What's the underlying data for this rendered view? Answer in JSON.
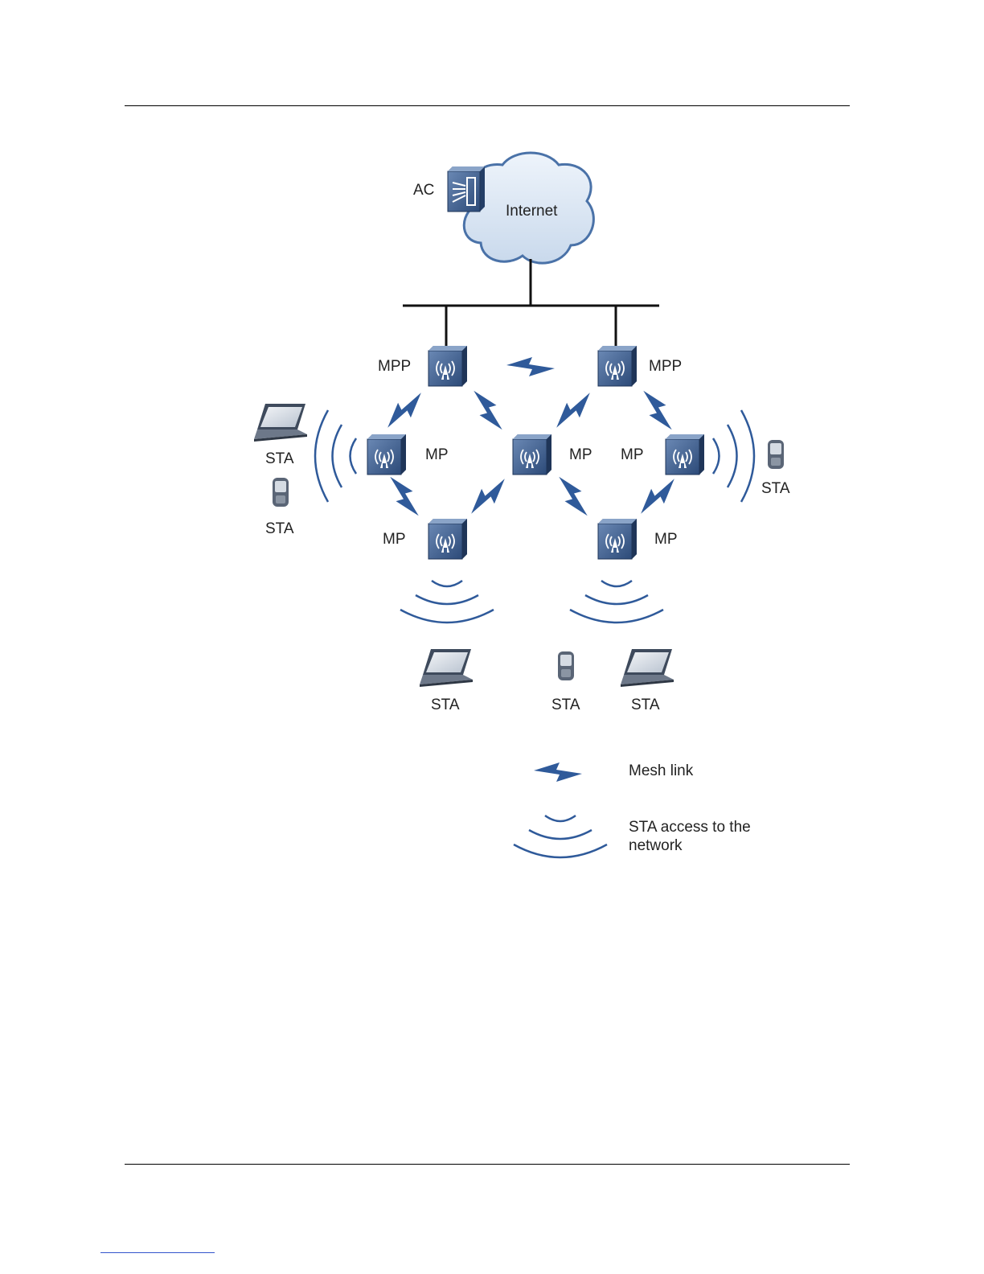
{
  "diagram": {
    "nodes": {
      "ac": "AC",
      "internet": "Internet",
      "mpp_left": "MPP",
      "mpp_right": "MPP",
      "mp_left": "MP",
      "mp_center": "MP",
      "mp_right": "MP",
      "mp_right_label2": "MP",
      "mp_bottom_left": "MP",
      "mp_bottom_right": "MP"
    },
    "stations": {
      "left_laptop": "STA",
      "left_phone": "STA",
      "right_phone": "STA",
      "bottom_laptop_1": "STA",
      "bottom_phone": "STA",
      "bottom_laptop_2": "STA"
    },
    "legend": {
      "mesh_link": "Mesh link",
      "sta_access_line1": "STA access to the",
      "sta_access_line2": "network"
    },
    "colors": {
      "device_blue": "#3f5f8f",
      "link_blue": "#2f5a9a",
      "cloud_fill": "#dde8f4",
      "cloud_stroke": "#4a72a8"
    }
  }
}
